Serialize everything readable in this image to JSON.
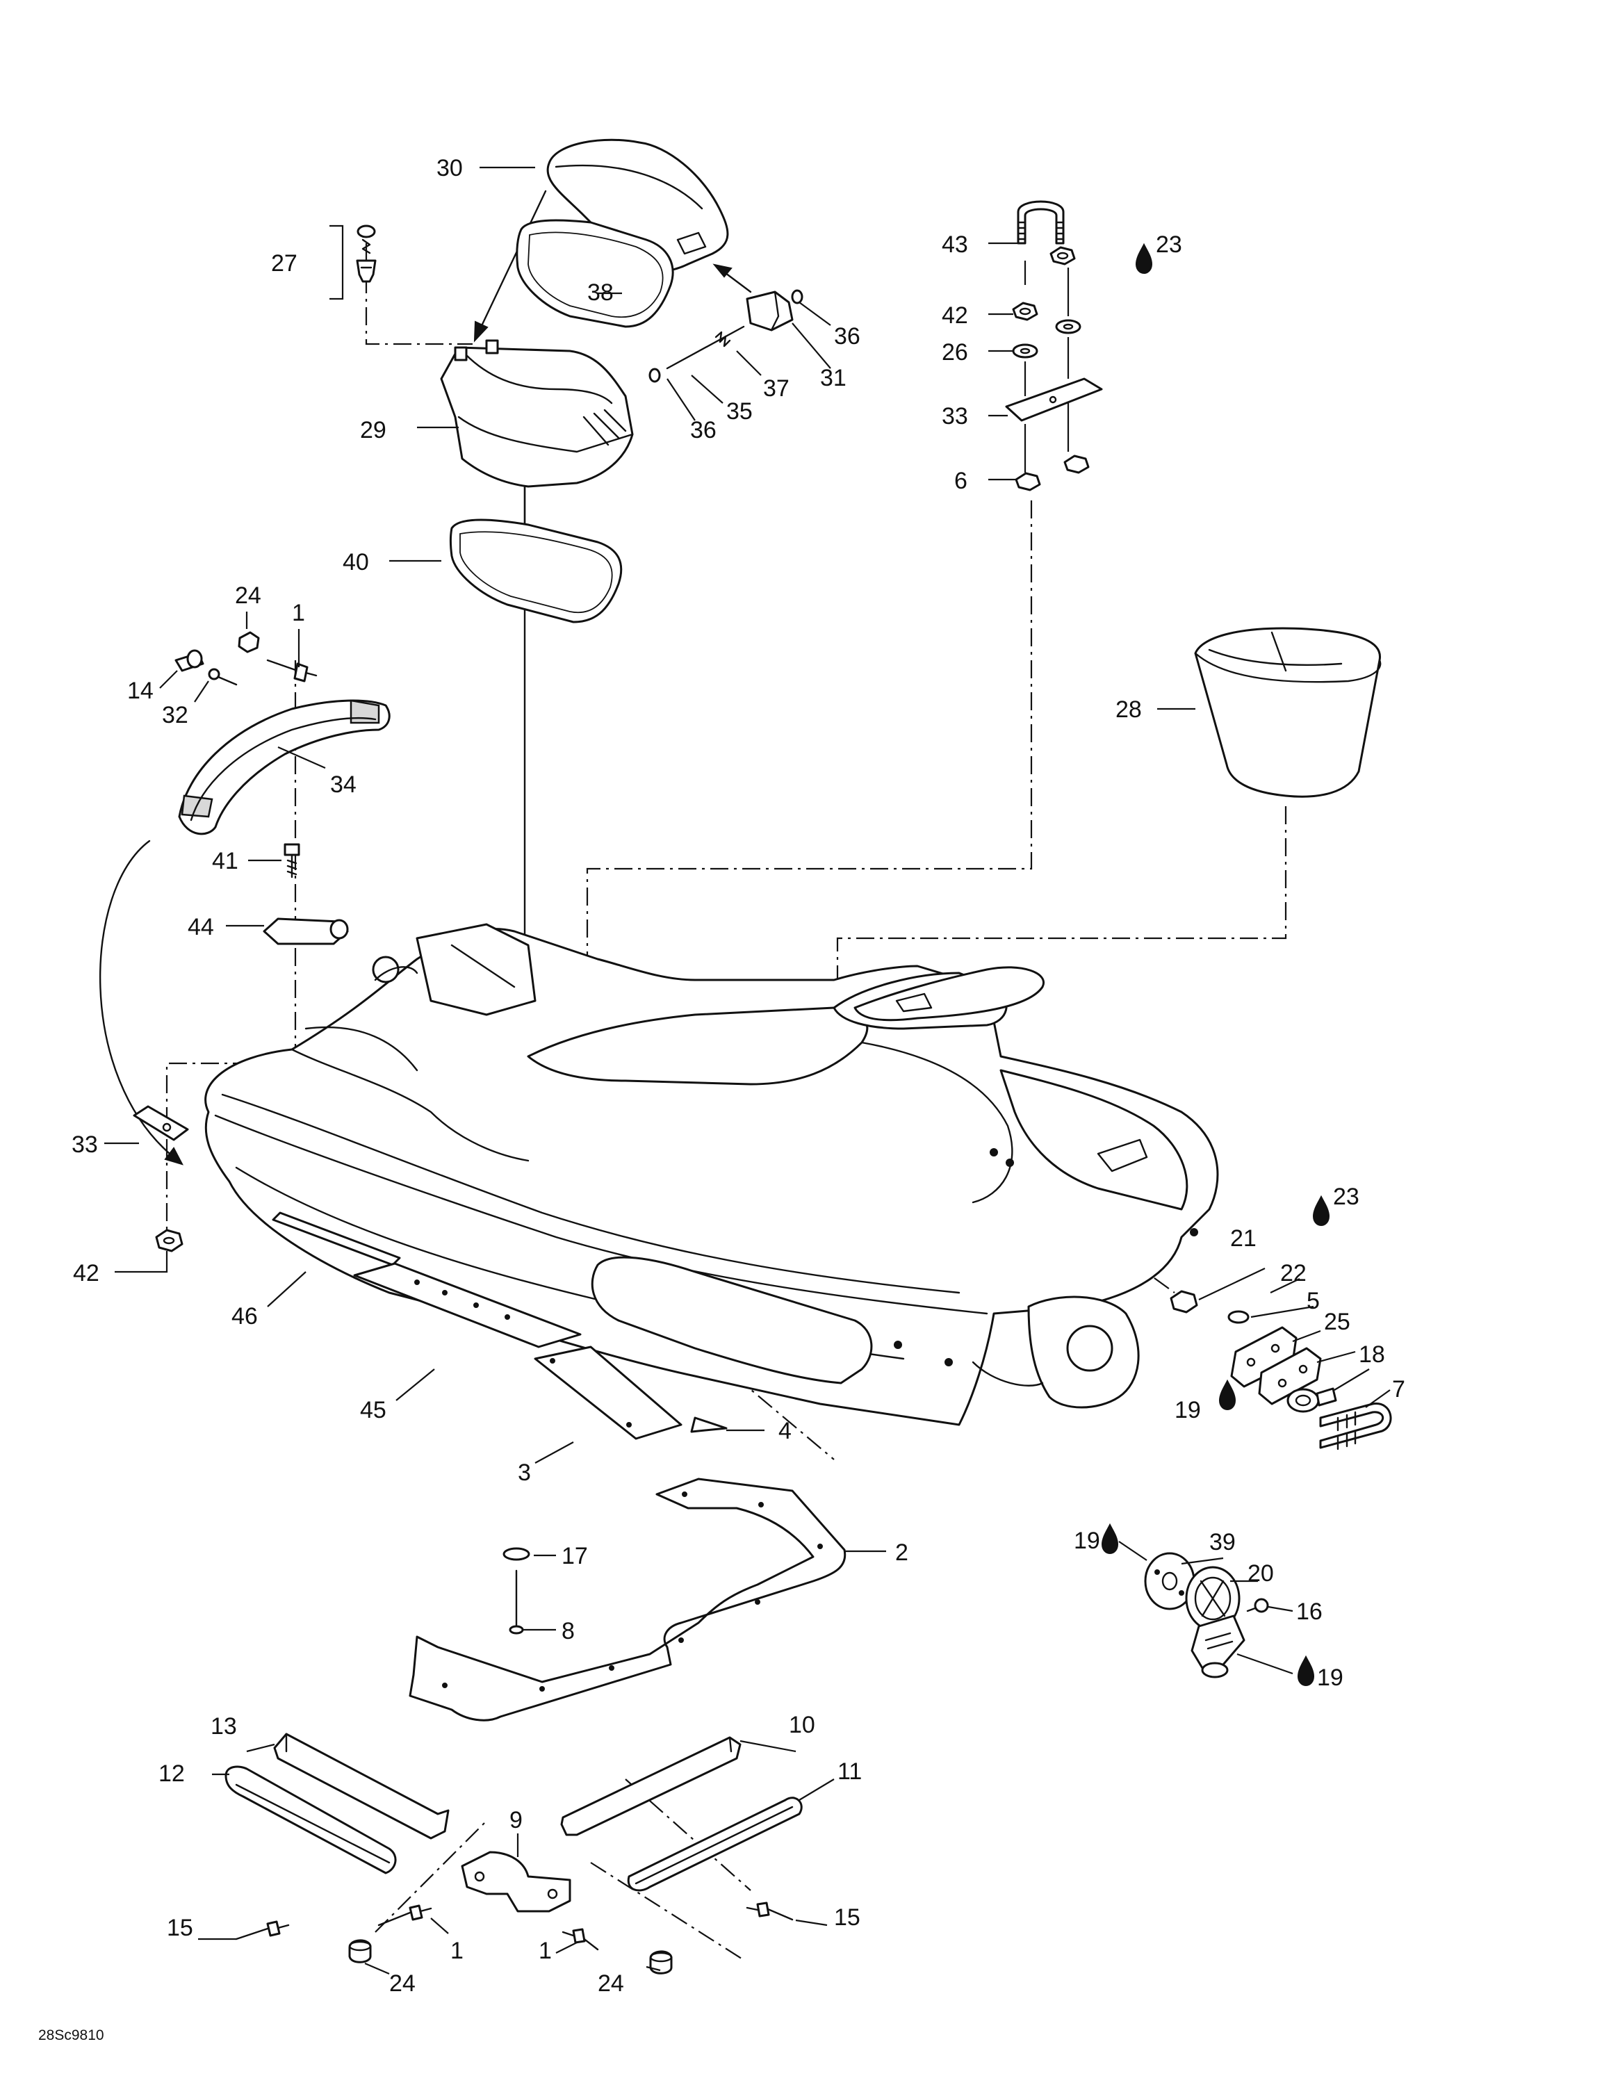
{
  "diagram_code": "28Sc9810",
  "labels": {
    "l1a": "1",
    "l1b": "1",
    "l1c": "1",
    "l2": "2",
    "l3": "3",
    "l4": "4",
    "l5": "5",
    "l6": "6",
    "l7": "7",
    "l8": "8",
    "l9": "9",
    "l10": "10",
    "l11": "11",
    "l12": "12",
    "l13": "13",
    "l14": "14",
    "l15a": "15",
    "l15b": "15",
    "l16": "16",
    "l17": "17",
    "l18": "18",
    "l19a": "19",
    "l19b": "19",
    "l19c": "19",
    "l20": "20",
    "l21": "21",
    "l22": "22",
    "l23a": "23",
    "l23b": "23",
    "l24a": "24",
    "l24b": "24",
    "l24c": "24",
    "l25": "25",
    "l26": "26",
    "l27": "27",
    "l28": "28",
    "l29": "29",
    "l30": "30",
    "l31": "31",
    "l32": "32",
    "l33a": "33",
    "l33b": "33",
    "l34": "34",
    "l35": "35",
    "l36a": "36",
    "l36b": "36",
    "l37": "37",
    "l38": "38",
    "l39": "39",
    "l40": "40",
    "l41": "41",
    "l42a": "42",
    "l42b": "42",
    "l43": "43",
    "l44": "44",
    "l45": "45",
    "l46": "46"
  },
  "icons": {
    "sealant": "sealant-drop-icon"
  }
}
